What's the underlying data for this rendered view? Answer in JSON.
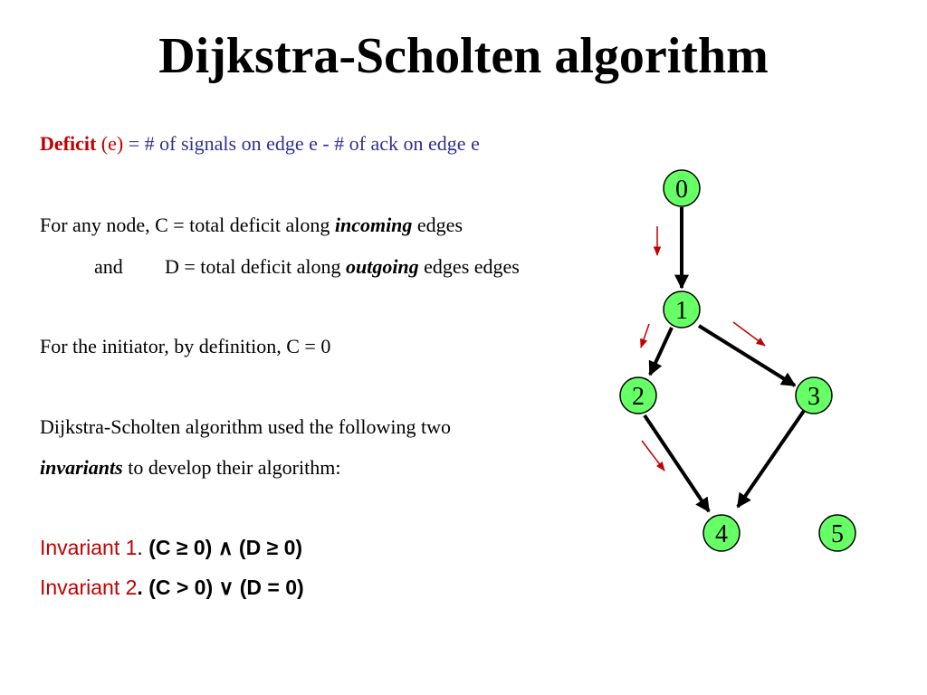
{
  "title": "Dijkstra-Scholten algorithm",
  "deficit_line": {
    "term": "Deficit",
    "arg": " (e)",
    "definition": " = # of signals on edge e - # of ack on edge e"
  },
  "line_c": {
    "pre": "For any node,  C = total deficit along ",
    "em": "incoming",
    "post": " edges"
  },
  "line_d": {
    "and": "and",
    "pre": "D = total deficit along ",
    "em": "outgoing",
    "post": " edges edges"
  },
  "initiator": "For the initiator, by definition, C = 0",
  "invariants_intro_1": "Dijkstra-Scholten algorithm used the following two",
  "invariants_intro_2": {
    "em": "invariants",
    "post": " to develop their algorithm:"
  },
  "invariant1": {
    "label": "Invariant 1",
    "sep": ". ",
    "formula": "(C ≥ 0) ∧ (D ≥ 0)"
  },
  "invariant2": {
    "label": "Invariant 2",
    "sep": ". ",
    "formula": "(C > 0) ∨ (D = 0)"
  },
  "graph": {
    "nodes": [
      {
        "id": "n0",
        "label": "0"
      },
      {
        "id": "n1",
        "label": "1"
      },
      {
        "id": "n2",
        "label": "2"
      },
      {
        "id": "n3",
        "label": "3"
      },
      {
        "id": "n4",
        "label": "4"
      },
      {
        "id": "n5",
        "label": "5"
      }
    ],
    "edges": [
      {
        "from": "n0",
        "to": "n1"
      },
      {
        "from": "n1",
        "to": "n2"
      },
      {
        "from": "n1",
        "to": "n3"
      },
      {
        "from": "n2",
        "to": "n4"
      },
      {
        "from": "n3",
        "to": "n4"
      }
    ],
    "node_color": "#66ff66",
    "edge_color": "#000000",
    "signal_color": "#c00000"
  }
}
